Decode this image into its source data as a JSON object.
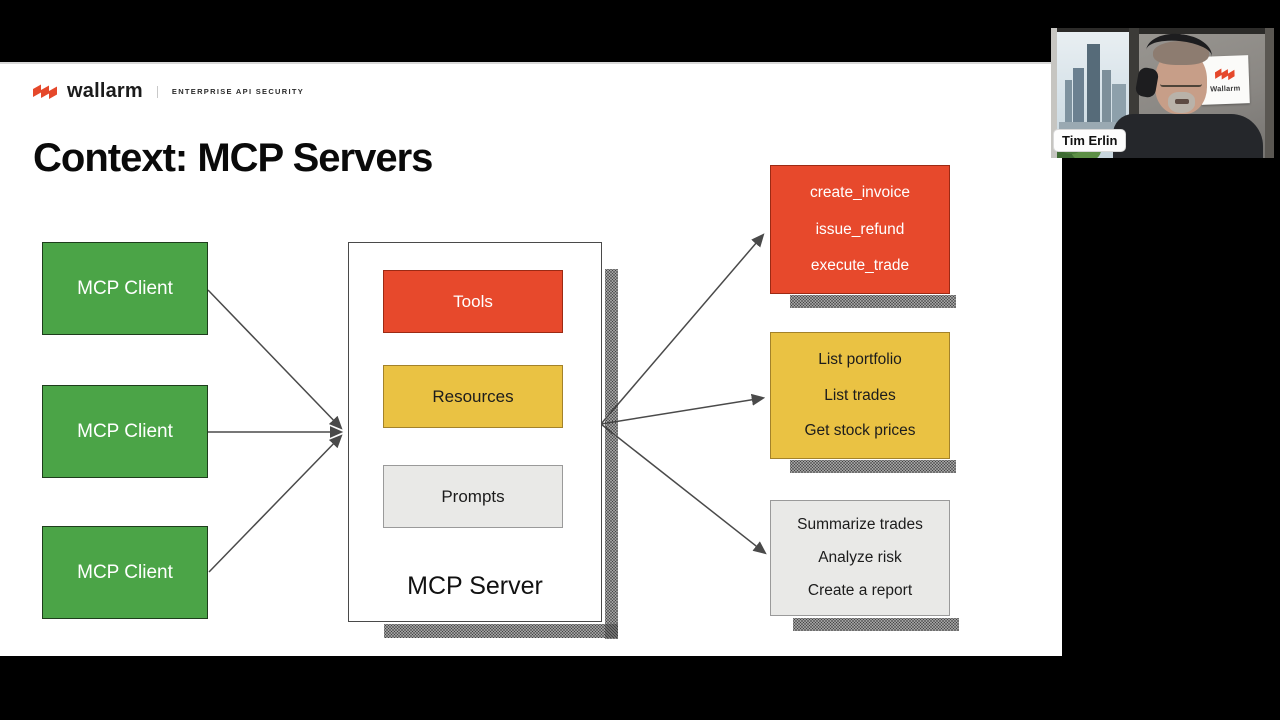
{
  "header": {
    "brand": "wallarm",
    "tagline": "ENTERPRISE API SECURITY"
  },
  "title": "Context: MCP Servers",
  "diagram": {
    "clients": [
      {
        "label": "MCP Client"
      },
      {
        "label": "MCP Client"
      },
      {
        "label": "MCP Client"
      }
    ],
    "server": {
      "label": "MCP Server",
      "components": [
        {
          "label": "Tools"
        },
        {
          "label": "Resources"
        },
        {
          "label": "Prompts"
        }
      ]
    },
    "tool_groups": [
      {
        "kind": "tools",
        "items": [
          "create_invoice",
          "issue_refund",
          "execute_trade"
        ]
      },
      {
        "kind": "resources",
        "items": [
          "List portfolio",
          "List trades",
          "Get stock prices"
        ]
      },
      {
        "kind": "prompts",
        "items": [
          "Summarize trades",
          "Analyze risk",
          "Create a report"
        ]
      }
    ]
  },
  "webcam": {
    "name": "Tim Erlin",
    "logo_label": "Wallarm"
  },
  "colors": {
    "brand_red": "#E5482B",
    "client_green": "#4BA447",
    "tools_red": "#E7492C",
    "resources_yellow": "#EAC243",
    "prompts_gray": "#E9E9E7",
    "arrow_gray": "#4A4A4A",
    "slide_white": "#FFFFFF",
    "letterbox_black": "#000000"
  }
}
